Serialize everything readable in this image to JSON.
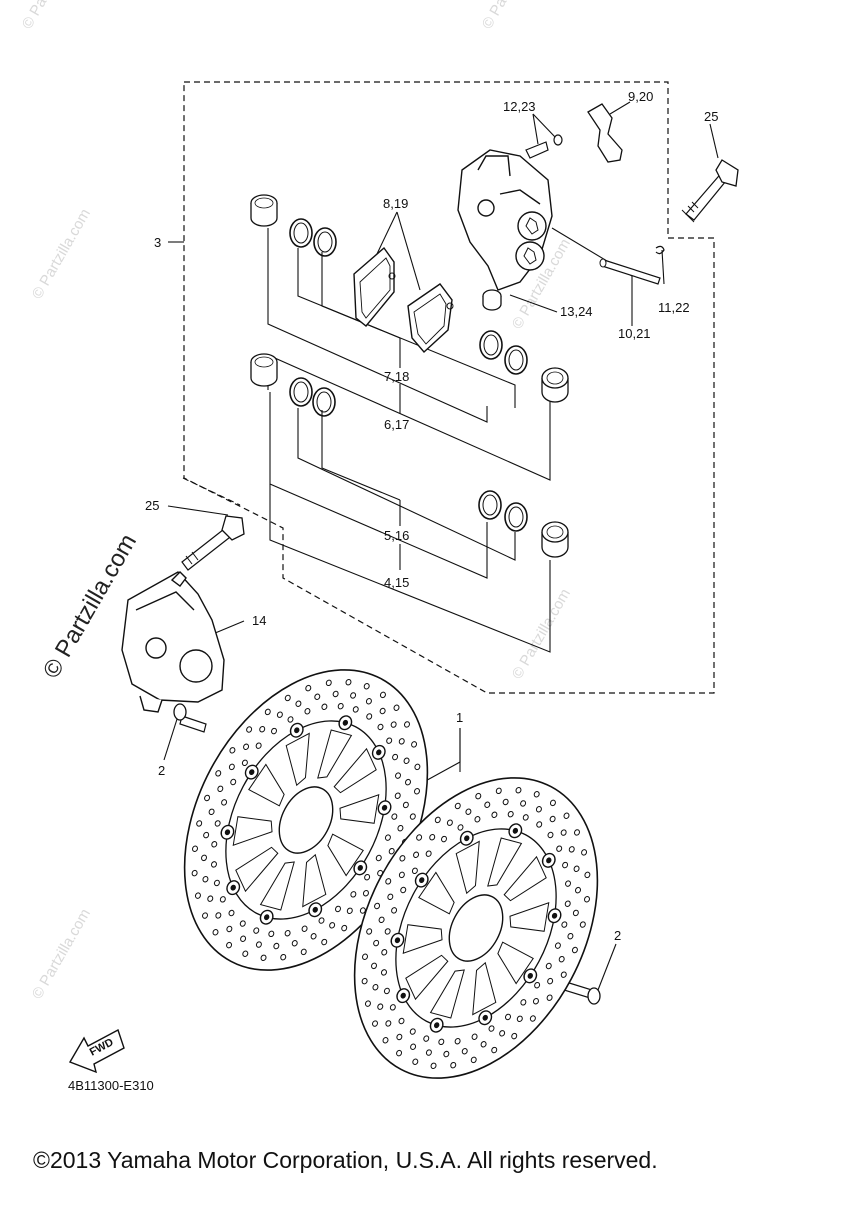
{
  "diagram": {
    "part_labels": {
      "p1": "1",
      "p2a": "2",
      "p2b": "2",
      "p3": "3",
      "p4_15": "4,15",
      "p5_16": "5,16",
      "p6_17": "6,17",
      "p7_18": "7,18",
      "p8_19": "8,19",
      "p9_20": "9,20",
      "p10_21": "10,21",
      "p11_22": "11,22",
      "p12_23": "12,23",
      "p13_24": "13,24",
      "p14": "14",
      "p25a": "25",
      "p25b": "25"
    },
    "fwd_label": "FWD",
    "diagram_code": "4B11300-E310",
    "watermark_main": "© Partzilla.com",
    "watermark_repeat": "© Partzilla.com",
    "copyright": "©2013 Yamaha Motor Corporation, U.S.A. All rights reserved."
  }
}
